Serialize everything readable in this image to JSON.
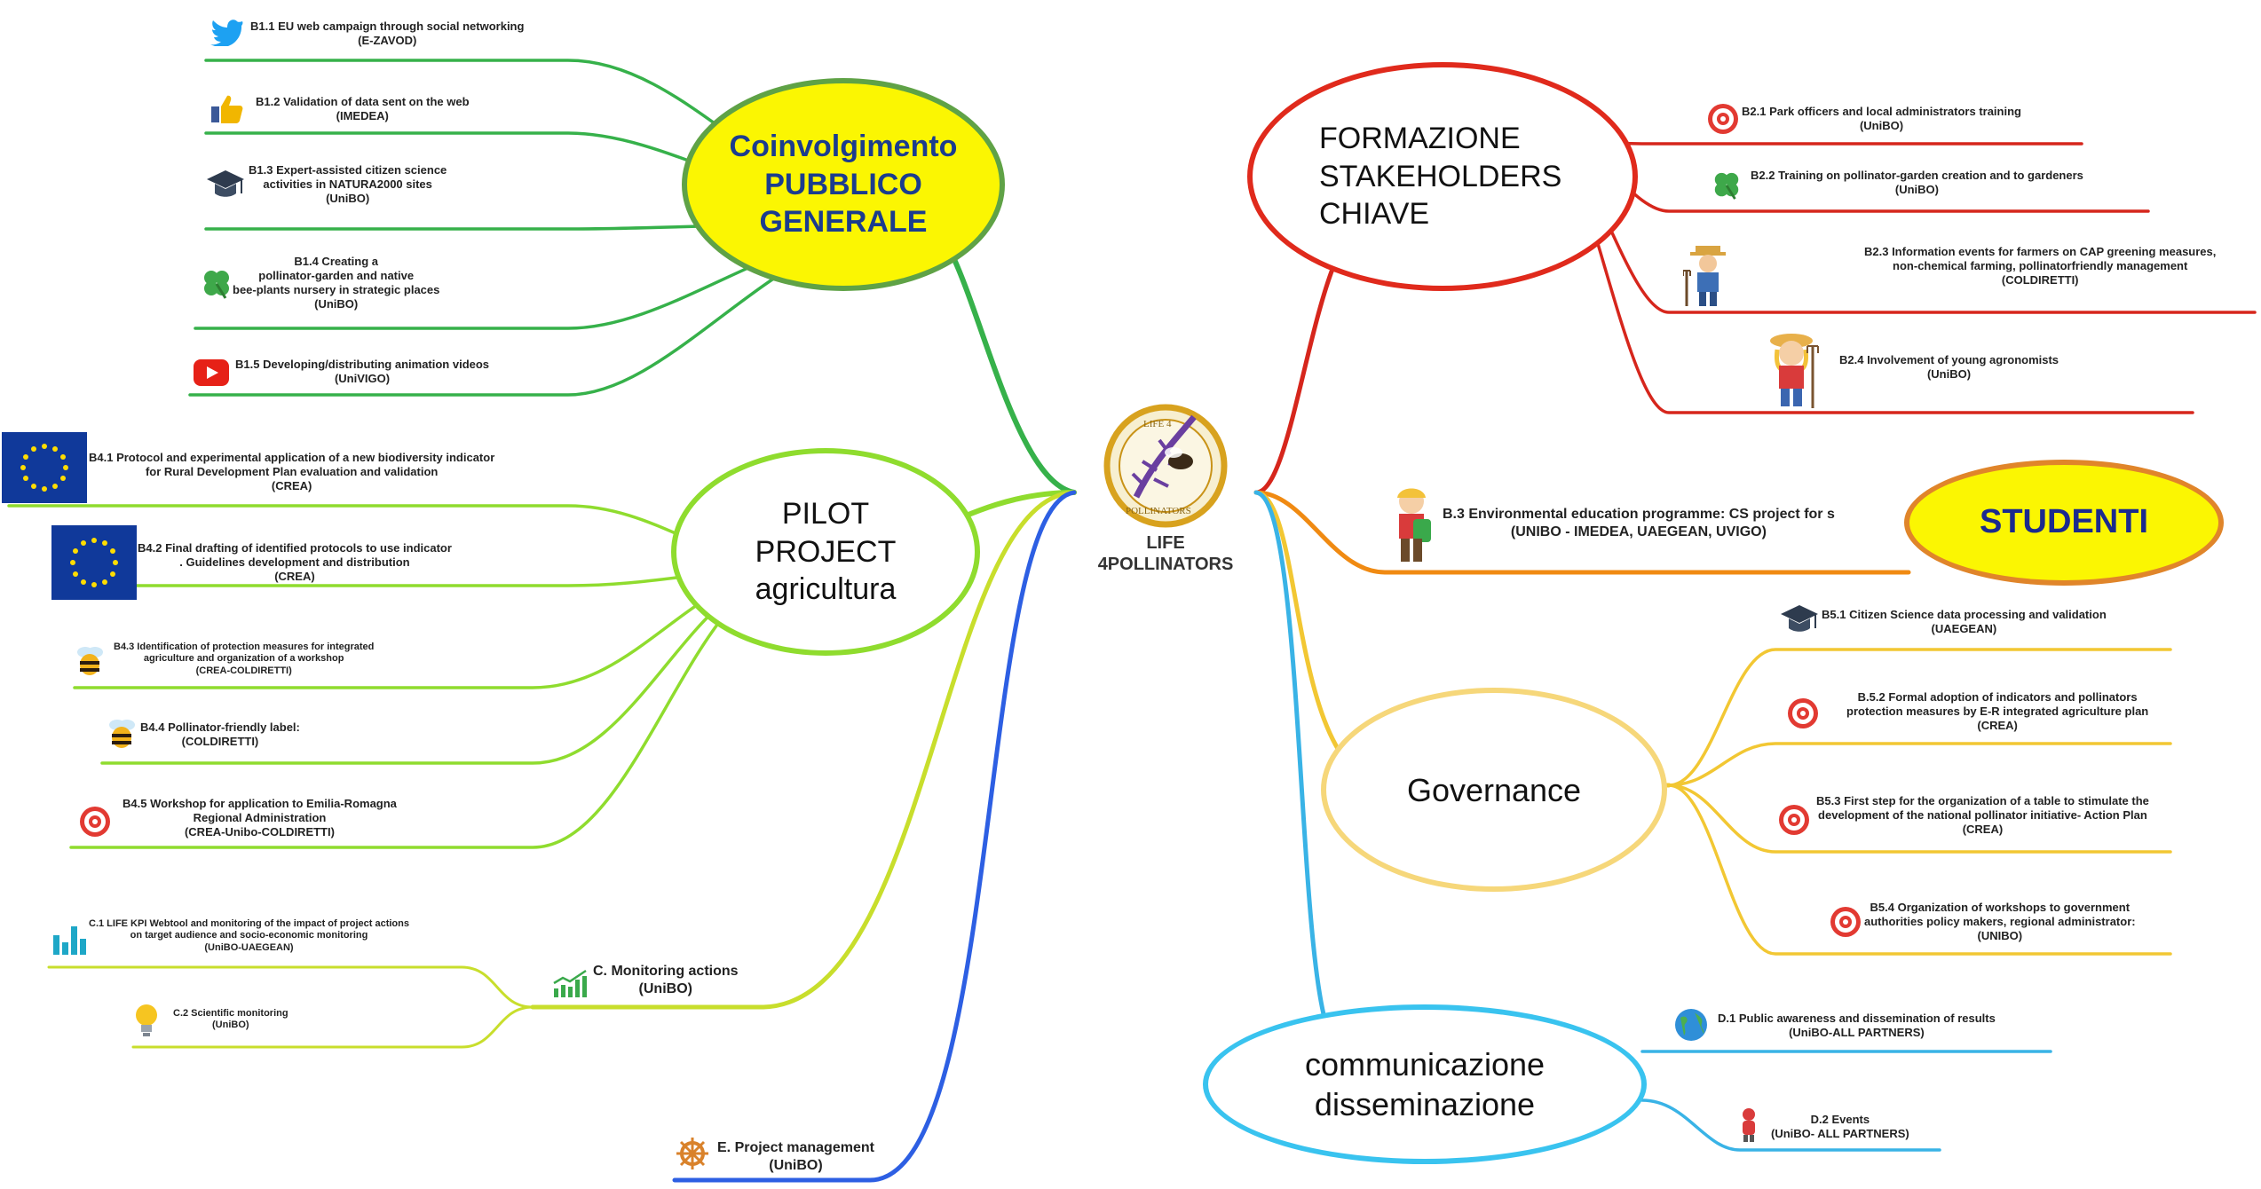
{
  "center": {
    "line1": "LIFE",
    "line2": "4POLLINATORS",
    "logo_top": "LIFE 4",
    "logo_bottom": "POLLINATORS"
  },
  "bubbles": {
    "coinvolgimento": [
      "Coinvolgimento",
      "PUBBLICO",
      "GENERALE"
    ],
    "pilot": [
      "PILOT",
      "PROJECT",
      "agricultura"
    ],
    "formazione": [
      "FORMAZIONE",
      "STAKEHOLDERS",
      "CHIAVE"
    ],
    "studenti": [
      "STUDENTI"
    ],
    "governance": [
      "Governance"
    ],
    "communicazione": [
      "communicazione",
      "disseminazione"
    ]
  },
  "branches": {
    "B1": [
      {
        "icon": "twitter-icon",
        "lines": [
          "B1.1 EU web campaign through social networking",
          "(E-ZAVOD)"
        ]
      },
      {
        "icon": "thumbs-up-icon",
        "lines": [
          "B1.2 Validation of data sent on the web",
          "(IMEDEA)"
        ]
      },
      {
        "icon": "graduation-cap-icon",
        "lines": [
          "B1.3 Expert-assisted citizen science",
          "activities in NATURA2000 sites",
          "(UniBO)"
        ]
      },
      {
        "icon": "clover-icon",
        "lines": [
          "B1.4 Creating a",
          "pollinator-garden and native",
          "bee-plants nursery in strategic places",
          "(UniBO)"
        ]
      },
      {
        "icon": "youtube-icon",
        "lines": [
          "B1.5 Developing/distributing animation videos",
          "(UniVIGO)"
        ]
      }
    ],
    "B4": [
      {
        "icon": "eu-flag-icon",
        "lines": [
          "B4.1 Protocol and experimental application of a new biodiversity indicator",
          "for Rural Development Plan evaluation and validation",
          "(CREA)"
        ]
      },
      {
        "icon": "eu-flag-icon",
        "lines": [
          "B4.2 Final drafting of identified protocols to use indicator",
          ". Guidelines development and distribution",
          "(CREA)"
        ]
      },
      {
        "icon": "bee-icon",
        "lines": [
          "B4.3 Identification of protection measures for integrated",
          "agriculture and organization of a workshop",
          "(CREA-COLDIRETTI)"
        ]
      },
      {
        "icon": "bee-icon",
        "lines": [
          "B4.4 Pollinator-friendly label:",
          "(COLDIRETTI)"
        ]
      },
      {
        "icon": "target-icon",
        "lines": [
          "B4.5 Workshop for application to Emilia-Romagna",
          "Regional Administration",
          "(CREA-Unibo-COLDIRETTI)"
        ]
      }
    ],
    "C": {
      "label": [
        "C. Monitoring actions",
        "(UniBO)"
      ],
      "items": [
        {
          "icon": "bar-chart-icon",
          "lines": [
            "C.1 LIFE KPI Webtool and monitoring of the impact of project actions",
            "on target audience and socio-economic monitoring",
            "(UniBO-UAEGEAN)"
          ]
        },
        {
          "icon": "lightbulb-icon",
          "lines": [
            "C.2 Scientific monitoring",
            "(UniBO)"
          ]
        }
      ]
    },
    "E": {
      "label": [
        "E. Project management",
        "(UniBO)"
      ]
    },
    "B2": [
      {
        "icon": "target-icon",
        "lines": [
          "B2.1 Park officers and local administrators training",
          "(UniBO)"
        ]
      },
      {
        "icon": "clover-icon",
        "lines": [
          "B2.2 Training on pollinator-garden creation and to gardeners",
          "(UniBO)"
        ]
      },
      {
        "icon": "farmer-icon",
        "lines": [
          "B2.3 Information events for farmers on CAP greening measures,",
          "non-chemical farming, pollinatorfriendly management",
          "(COLDIRETTI)"
        ]
      },
      {
        "icon": "farmer-girl-icon",
        "lines": [
          "B2.4 Involvement of young agronomists",
          "(UniBO)"
        ]
      }
    ],
    "B3": {
      "icon": "student-icon",
      "lines": [
        "B.3 Environmental education programme: CS project for s",
        "(UNIBO - IMEDEA, UAEGEAN, UVIGO)"
      ]
    },
    "B5": [
      {
        "icon": "graduation-cap-icon",
        "lines": [
          "B5.1 Citizen Science data processing and validation",
          "(UAEGEAN)"
        ]
      },
      {
        "icon": "target-icon",
        "lines": [
          "B.5.2 Formal adoption of indicators and pollinators",
          "protection measures by E-R integrated agriculture plan",
          "(CREA)"
        ]
      },
      {
        "icon": "target-icon",
        "lines": [
          "B5.3 First step for the organization of a table to stimulate the",
          "development of the national pollinator initiative- Action Plan",
          "(CREA)"
        ]
      },
      {
        "icon": "target-icon",
        "lines": [
          "B5.4 Organization of workshops to government",
          "authorities policy makers, regional administrator:",
          "(UNIBO)"
        ]
      }
    ],
    "D": [
      {
        "icon": "globe-icon",
        "lines": [
          "D.1 Public awareness and dissemination of results",
          "(UniBO-ALL PARTNERS)"
        ]
      },
      {
        "icon": "mascot-icon",
        "lines": [
          "D.2 Events",
          "(UniBO- ALL PARTNERS)"
        ]
      }
    ]
  },
  "colors": {
    "green_dark": "#36b14a",
    "green_light": "#8fdc2e",
    "yellow_green": "#c8de2c",
    "blue": "#2d5fe3",
    "red": "#d6261c",
    "orange": "#f08a12",
    "gold": "#f2c733",
    "cyan": "#39b3e6"
  }
}
